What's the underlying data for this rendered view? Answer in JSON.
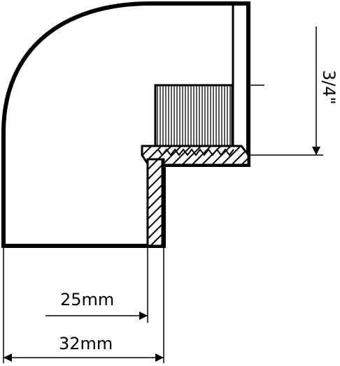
{
  "dimensions": {
    "inner_diameter": "25mm",
    "outer_diameter": "32mm",
    "thread_size": "3/4\""
  },
  "colors": {
    "line": "#000000",
    "background": "#ffffff",
    "thread_fill": "#ffffff"
  }
}
